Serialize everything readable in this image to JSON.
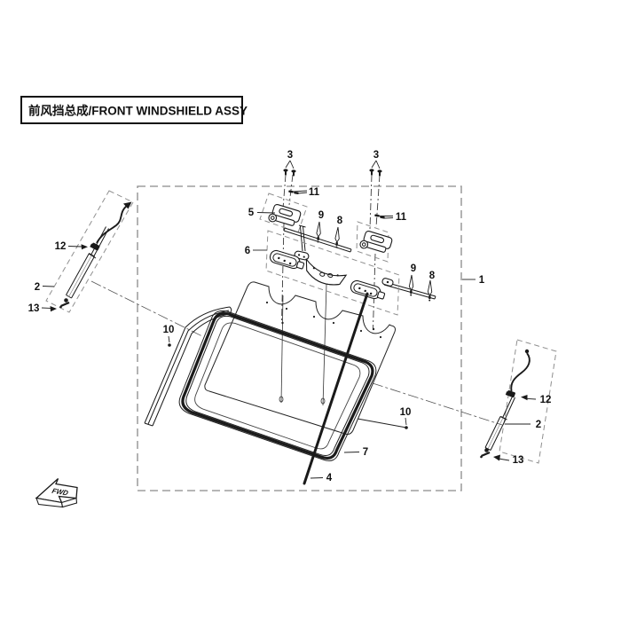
{
  "title": {
    "text": "前风挡总成/FRONT WINDSHIELD ASSY"
  },
  "diagram": {
    "fwd_label": "FWD",
    "callouts": [
      {
        "text": "3"
      },
      {
        "text": "3"
      },
      {
        "text": "11"
      },
      {
        "text": "11"
      },
      {
        "text": "5"
      },
      {
        "text": "9"
      },
      {
        "text": "8"
      },
      {
        "text": "6"
      },
      {
        "text": "9"
      },
      {
        "text": "8"
      },
      {
        "text": "1"
      },
      {
        "text": "12"
      },
      {
        "text": "2"
      },
      {
        "text": "13"
      },
      {
        "text": "10"
      },
      {
        "text": "10"
      },
      {
        "text": "7"
      },
      {
        "text": "4"
      },
      {
        "text": "12"
      },
      {
        "text": "2"
      },
      {
        "text": "13"
      }
    ]
  },
  "colors": {
    "line": "#1a1a1a",
    "dashed_box": "#8a8a8a",
    "background": "#ffffff"
  }
}
